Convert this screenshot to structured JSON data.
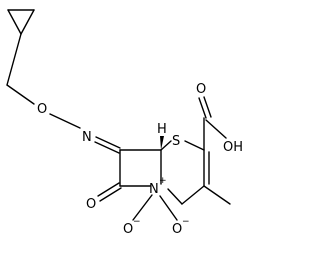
{
  "molecule": {
    "atoms": {
      "oxime_oxygen": "O",
      "oxime_nitrogen": "N",
      "ring_sulfur": "S",
      "acid_hydroxyl": "OH",
      "lactam_oxygen": "O",
      "ring_nitrogen": "N",
      "nitrogen_charge": "+",
      "n_oxide_1": "O",
      "n_oxide_1_charge": "−",
      "n_oxide_2": "O",
      "n_oxide_2_charge": "−",
      "stereo_hydrogen": "H"
    },
    "colors": {
      "bond": "#000000",
      "label": "#000000",
      "background": "#ffffff"
    }
  }
}
